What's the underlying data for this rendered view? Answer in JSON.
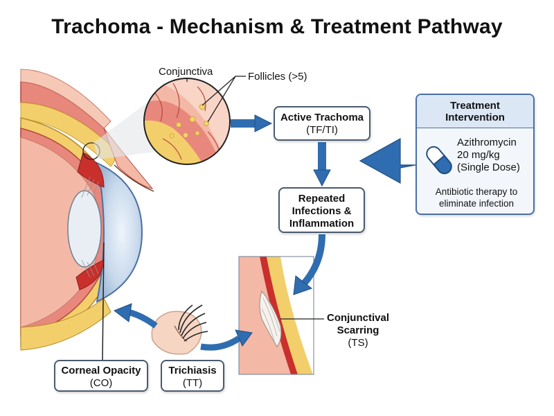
{
  "title": "Trachoma - Mechanism & Treatment Pathway",
  "labels": {
    "conjunctiva": "Conjunctiva",
    "follicles": "Follicles (>5)"
  },
  "nodes": {
    "active": {
      "title": "Active Trachoma",
      "sub": "(TF/TI)"
    },
    "repeated": {
      "line1": "Repeated",
      "line2": "Infections &",
      "line3": "Inflammation"
    },
    "scarring": {
      "line1": "Conjunctival",
      "line2": "Scarring",
      "sub": "(TS)"
    },
    "corneal": {
      "title": "Corneal Opacity",
      "sub": "(CO)"
    },
    "trichiasis": {
      "title": "Trichiasis",
      "sub": "(TT)"
    }
  },
  "treatment": {
    "header_line1": "Treatment",
    "header_line2": "Intervention",
    "drug": "Azithromycin",
    "dose": "20 mg/kg",
    "regimen": "(Single Dose)",
    "note": "Antibiotic therapy to eliminate infection",
    "icon": "pill-capsule-icon"
  },
  "colors": {
    "arrow": "#2f6db0",
    "tissue": "#e8887c",
    "tissue_dark": "#c9302c",
    "fat": "#f2cf6b",
    "panel_border": "#4a6fa5",
    "panel_header": "#dbe7f5"
  }
}
